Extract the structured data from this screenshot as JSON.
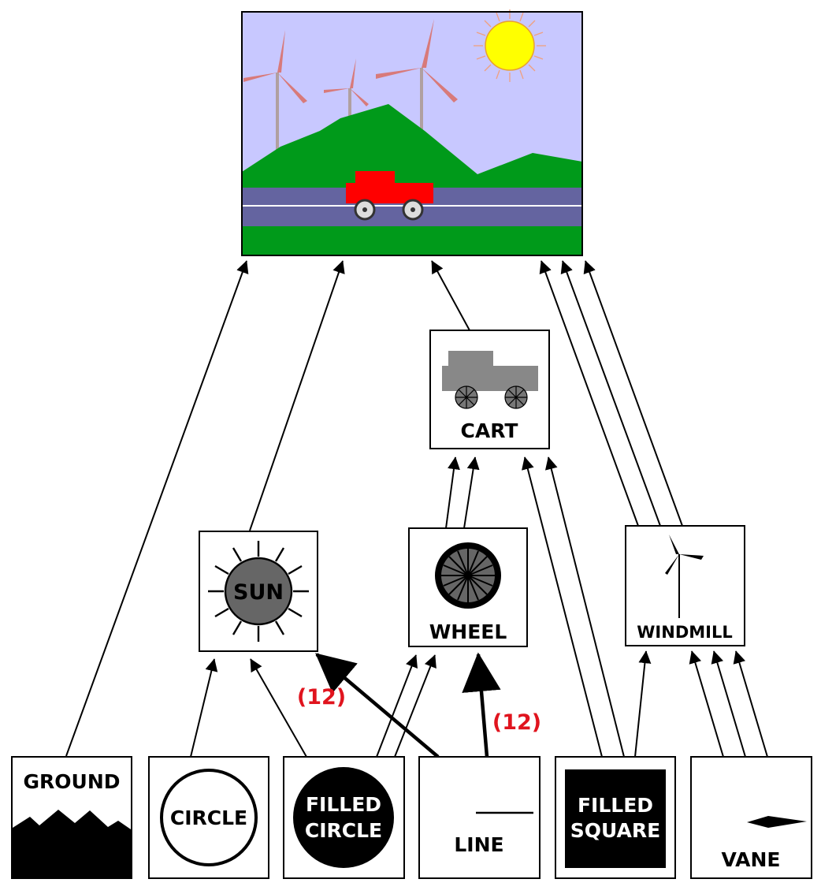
{
  "nodes": {
    "cart": {
      "label": "CART"
    },
    "sun": {
      "label": "SUN"
    },
    "wheel": {
      "label": "WHEEL"
    },
    "windmill": {
      "label": "WINDMILL"
    },
    "ground": {
      "label": "GROUND"
    },
    "circle": {
      "label": "CIRCLE"
    },
    "filled_circle": {
      "label_line1": "FILLED",
      "label_line2": "CIRCLE"
    },
    "line": {
      "label": "LINE"
    },
    "filled_square": {
      "label_line1": "FILLED",
      "label_line2": "SQUARE"
    },
    "vane": {
      "label": "VANE"
    }
  },
  "annotations": {
    "line_to_sun_count": "(12)",
    "line_to_wheel_count": "(12)"
  },
  "edges": [
    {
      "from": "ground",
      "to": "scene"
    },
    {
      "from": "sun",
      "to": "scene"
    },
    {
      "from": "cart",
      "to": "scene"
    },
    {
      "from": "windmill",
      "to": "scene",
      "multiplicity": 3
    },
    {
      "from": "wheel",
      "to": "cart",
      "multiplicity": 2
    },
    {
      "from": "filled_square",
      "to": "cart",
      "multiplicity": 2
    },
    {
      "from": "circle",
      "to": "sun"
    },
    {
      "from": "filled_circle",
      "to": "sun"
    },
    {
      "from": "line",
      "to": "sun",
      "count": "(12)"
    },
    {
      "from": "filled_circle",
      "to": "wheel",
      "multiplicity": 2
    },
    {
      "from": "line",
      "to": "wheel",
      "count": "(12)"
    },
    {
      "from": "filled_square",
      "to": "windmill"
    },
    {
      "from": "vane",
      "to": "windmill",
      "multiplicity": 3
    }
  ],
  "colors": {
    "sky": "#c8c8ff",
    "grass": "#009a1a",
    "road": "#6464a0",
    "sun": "#ffff00",
    "cart": "#ff0000",
    "label_count": "#e0141e",
    "icon_gray": "#666666",
    "cart_icon_gray": "#888888"
  }
}
